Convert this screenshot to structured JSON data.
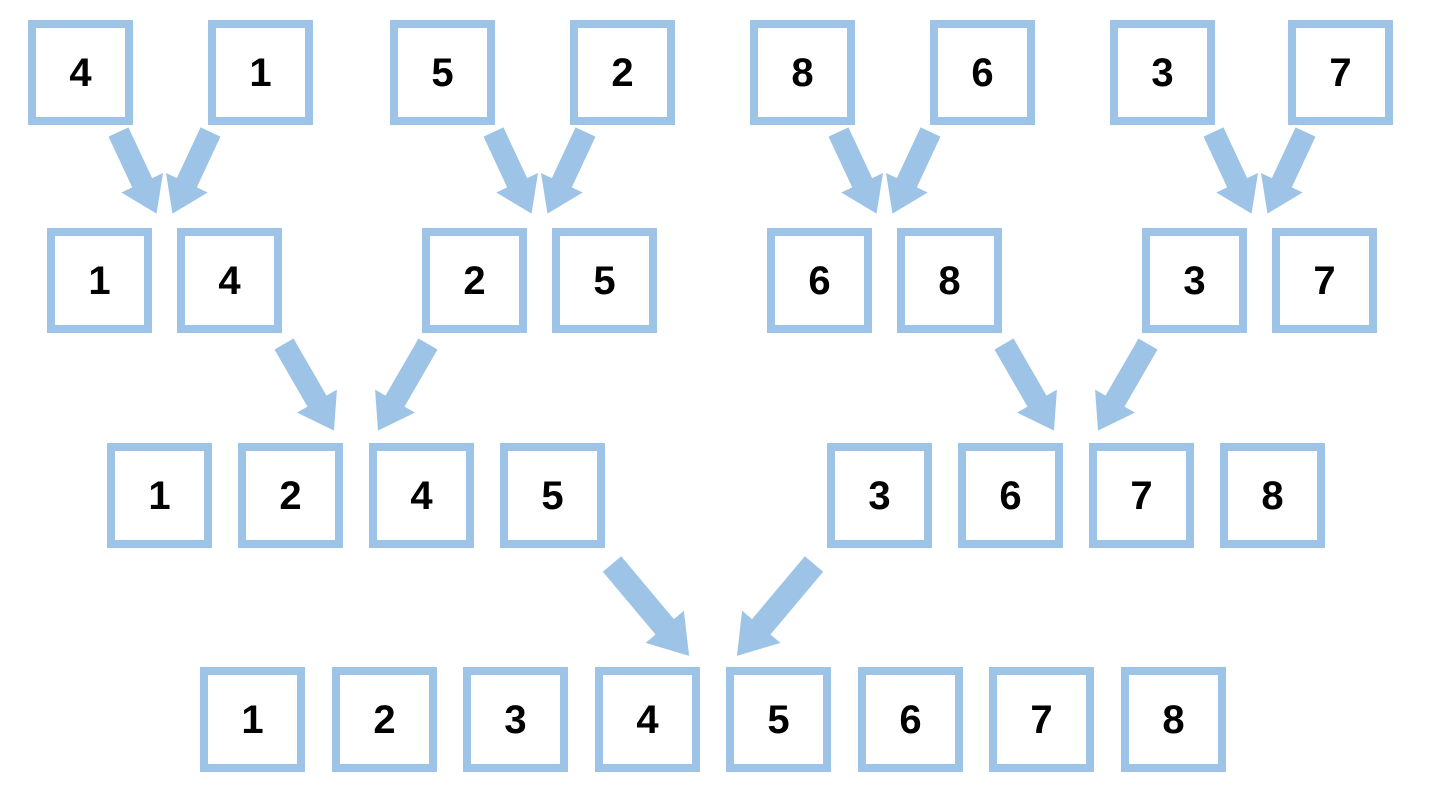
{
  "diagram_type": "merge-sort",
  "levels": [
    {
      "name": "unsorted-pairs",
      "boxes": [
        "4",
        "1",
        "5",
        "2",
        "8",
        "6",
        "3",
        "7"
      ]
    },
    {
      "name": "sorted-pairs",
      "boxes": [
        "1",
        "4",
        "2",
        "5",
        "6",
        "8",
        "3",
        "7"
      ]
    },
    {
      "name": "sorted-quads",
      "boxes": [
        "1",
        "2",
        "4",
        "5",
        "3",
        "6",
        "7",
        "8"
      ]
    },
    {
      "name": "sorted-array",
      "boxes": [
        "1",
        "2",
        "3",
        "4",
        "5",
        "6",
        "7",
        "8"
      ]
    }
  ],
  "colors": {
    "box_border": "#9DC3E6",
    "arrow_color": "#9DC3E6",
    "number_color": "#000000",
    "background": "#FFFFFF"
  }
}
